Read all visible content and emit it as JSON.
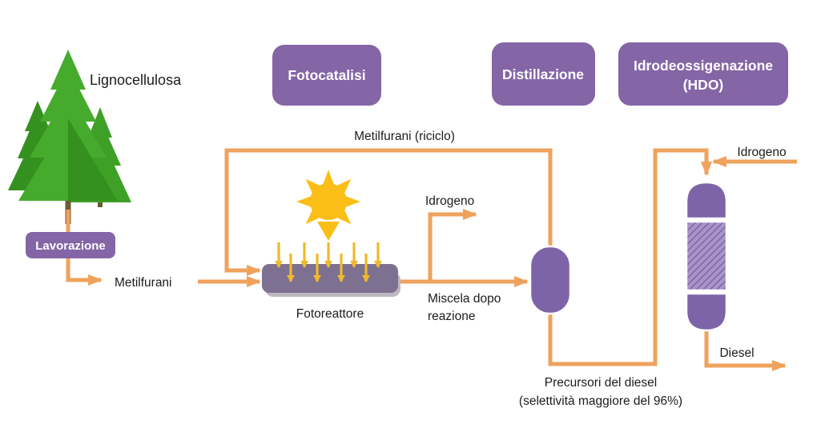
{
  "title": "Lignocellulose to diesel photocatalytic process flow",
  "colors": {
    "orange": "#EFA25C",
    "purple_box": "#8465A6",
    "vessel_purple": "#7D64A8",
    "reactor_purple": "#7E7090",
    "reactor_shadow": "#BDB8C2",
    "sun_yellow": "#FBBE17",
    "ray_yellow": "#F0B929",
    "hatch_light": "#A994C9",
    "tree_green": "#46AB2D",
    "tree_green_dark": "#35911F",
    "tree_green_mid": "#3FA028",
    "trunk_brown": "#6B5B33",
    "text": "#1C1C1C"
  },
  "stages": [
    {
      "label": "Fotocatalisi"
    },
    {
      "label": "Distillazione"
    },
    {
      "label": "Idrodeossigenazione",
      "label2": "(HDO)"
    }
  ],
  "labels": {
    "lignocellulose": "Lignocellulosa",
    "processing": "Lavorazione",
    "methylfurans": "Metilfurani",
    "recycle": "Metilfurani (riciclo)",
    "hydrogen_left": "Idrogeno",
    "photoreactor": "Fotoreattore",
    "mixture1": "Miscela dopo",
    "mixture2": "reazione",
    "precursors1": "Precursori del diesel",
    "precursors2": "(selettività maggiore del 96%)",
    "hydrogen_right": "Idrogeno",
    "diesel": "Diesel"
  }
}
